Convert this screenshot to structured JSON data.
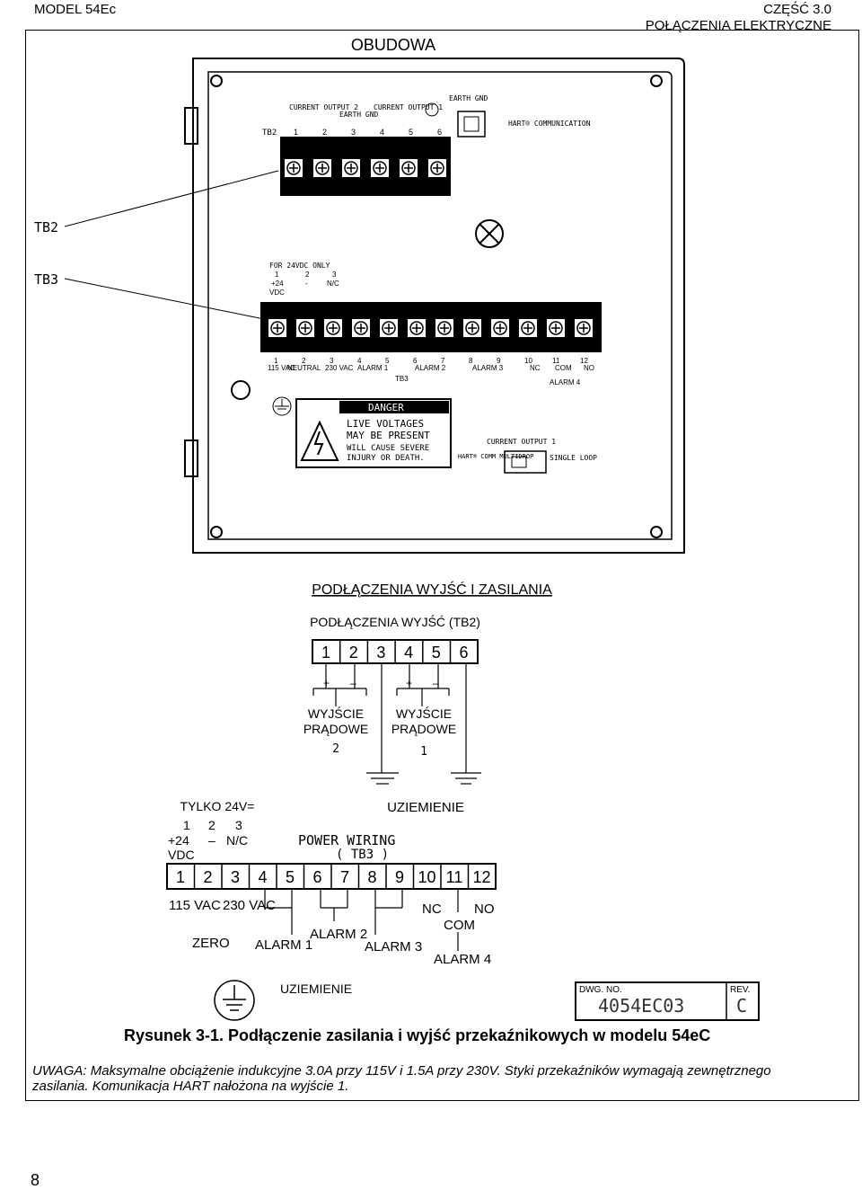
{
  "header": {
    "model": "MODEL 54Ec",
    "part": "CZĘŚĆ 3.0",
    "section": "POŁĄCZENIA ELEKTRYCZNE"
  },
  "enclosure": {
    "title": "OBUDOWA",
    "tb2_label": "TB2",
    "tb3_label": "TB3",
    "tb2_header": "TB2",
    "tb2_group_current2": "CURRENT OUTPUT 2",
    "tb2_group_earth": "EARTH GND",
    "tb2_group_current1": "CURRENT OUTPUT 1",
    "earth_gnd": "EARTH GND",
    "hart_comm": "HART® COMMUNICATION",
    "tb2_numbers": [
      "1",
      "2",
      "3",
      "4",
      "5",
      "6"
    ],
    "for24": "FOR 24VDC ONLY",
    "for24_cols": [
      "1",
      "2",
      "3"
    ],
    "for24_vals": [
      "+24",
      "-",
      "N/C"
    ],
    "vdc": "VDC",
    "tb3_numbers": [
      "1",
      "2",
      "3",
      "4",
      "5",
      "6",
      "7",
      "8",
      "9",
      "10",
      "11",
      "12"
    ],
    "tb3_bottom": [
      "115 VAC",
      "NEUTRAL",
      "230 VAC",
      "ALARM 1",
      "ALARM 2",
      "ALARM 3",
      "NC",
      "COM",
      "NO"
    ],
    "tb3_tag": "TB3",
    "alarm4": "ALARM 4",
    "danger": "DANGER",
    "danger_line1": "LIVE VOLTAGES",
    "danger_line2": "MAY BE PRESENT",
    "danger_line3": "WILL CAUSE SEVERE",
    "danger_line4": "INJURY OR DEATH.",
    "current_output1": "CURRENT OUTPUT 1",
    "hart_comm_multidrop": "HART® COMM MULTIDROP",
    "single_loop": "SINGLE LOOP"
  },
  "wiring": {
    "title": "PODŁĄCZENIA WYJŚĆ I ZASILANIA",
    "tb2_title": "PODŁĄCZENIA WYJŚĆ (TB2)",
    "tb2_numbers": [
      "1",
      "2",
      "3",
      "4",
      "5",
      "6"
    ],
    "out2_label_1": "WYJŚCIE",
    "out2_label_2": "PRĄDOWE",
    "out2_num": "2",
    "out1_label_1": "WYJŚCIE",
    "out1_label_2": "PRĄDOWE",
    "out1_num": "1",
    "only24": "TYLKO 24V=",
    "ground1": "UZIEMIENIE",
    "power_wiring": "POWER WIRING",
    "tb3_paren": "( TB3 )",
    "tb3_numbers": [
      "1",
      "2",
      "3",
      "4",
      "5",
      "6",
      "7",
      "8",
      "9",
      "10",
      "11",
      "12"
    ],
    "top_cols": [
      "1",
      "2",
      "3"
    ],
    "top_vals": [
      "+24",
      "–",
      "N/C"
    ],
    "vdc": "VDC",
    "vac115": "115 VAC",
    "vac230": "230 VAC",
    "zero": "ZERO",
    "alarm1": "ALARM 1",
    "alarm2": "ALARM 2",
    "alarm3": "ALARM 3",
    "nc": "NC",
    "com": "COM",
    "no": "NO",
    "alarm4": "ALARM 4",
    "ground2": "UZIEMIENIE",
    "dwg_no_label": "DWG. NO.",
    "dwg_no": "4054EC03",
    "rev_label": "REV.",
    "rev": "C"
  },
  "caption": "Rysunek 3-1. Podłączenie zasilania i wyjść przekaźnikowych w modelu 54eC",
  "note": "UWAGA: Maksymalne obciążenie indukcyjne 3.0A przy 115V i 1.5A przy 230V. Styki przekaźników wymagają zewnętrznego zasilania. Komunikacja HART nałożona na wyjście 1.",
  "page_number": "8"
}
